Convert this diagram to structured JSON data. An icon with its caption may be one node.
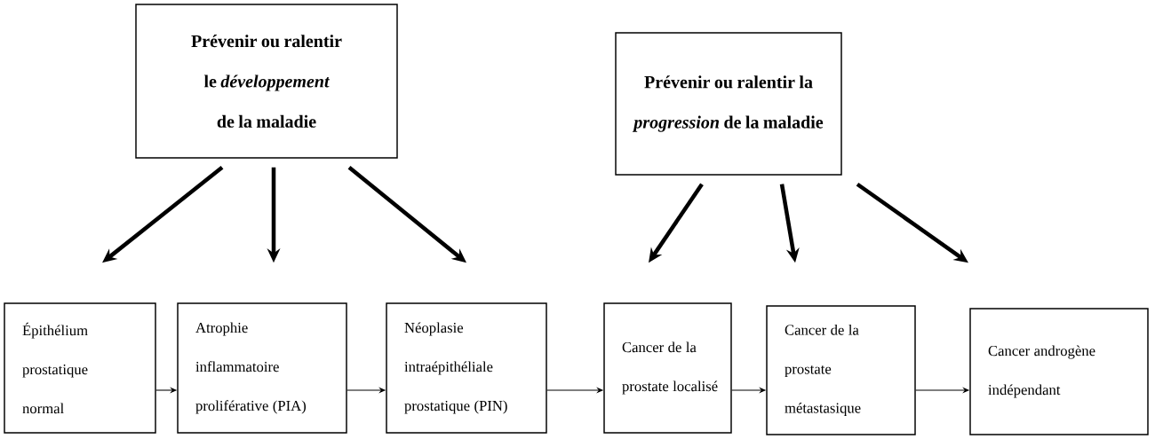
{
  "diagram": {
    "nodes": [
      {
        "text": [
          "Prévenir ou ralentir le *développement* de la maladie"
        ]
      },
      {
        "text": [
          "Prévenir ou ralentir la *progression* de la maladie"
        ]
      },
      {
        "text": [
          "Épithélium prostatique normal"
        ]
      },
      {
        "text": [
          "Atrophie inflammatoire proliférative (PIA)"
        ]
      },
      {
        "text": [
          "Néoplasie intraépithéliale prostatique (PIN)"
        ]
      },
      {
        "text": [
          "Cancer de la prostate localisé"
        ]
      },
      {
        "text": [
          "Cancer de la prostate métastasique"
        ]
      },
      {
        "text": [
          "Cancer androgène indépendant"
        ]
      }
    ],
    "edges": [
      {
        "from": 0,
        "to": 2,
        "arrow": "to"
      },
      {
        "from": 0,
        "to": 3,
        "arrow": "to"
      },
      {
        "from": 0,
        "to": 4,
        "arrow": "to"
      },
      {
        "from": 1,
        "to": 5,
        "arrow": "to"
      },
      {
        "from": 1,
        "to": 6,
        "arrow": "to"
      },
      {
        "from": 1,
        "to": 7,
        "arrow": "to"
      },
      {
        "from": 2,
        "to": 3,
        "arrow": "to"
      },
      {
        "from": 3,
        "to": 4,
        "arrow": "to"
      },
      {
        "from": 4,
        "to": 5,
        "arrow": "to"
      },
      {
        "from": 5,
        "to": 6,
        "arrow": "to"
      },
      {
        "from": 6,
        "to": 7,
        "arrow": "to"
      }
    ]
  }
}
